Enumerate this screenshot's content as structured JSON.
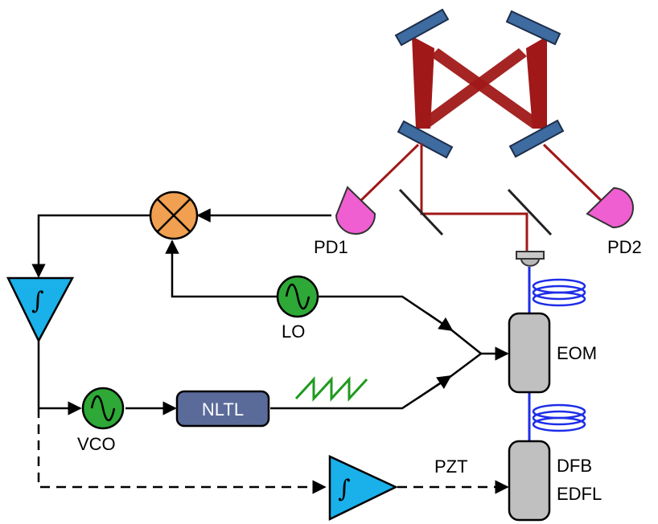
{
  "labels": {
    "pd1": "PD1",
    "pd2": "PD2",
    "lo": "LO",
    "vco": "VCO",
    "nltl": "NLTL",
    "eom": "EOM",
    "pzt": "PZT",
    "dfb": "DFB",
    "edfl": "EDFL",
    "integrator_symbol": "∫"
  },
  "colors": {
    "laser_beam": "#a01818",
    "mirror": "#3e6ba0",
    "photodiode": "#ef5fd1",
    "mixer": "#f0a050",
    "oscillator": "#2ea836",
    "nltl_box": "#5a6b9a",
    "device": "#c0c0c0",
    "amplifier": "#1ab0ea",
    "fiber": "#1d2de8",
    "sawtooth": "#1f9a1f"
  }
}
